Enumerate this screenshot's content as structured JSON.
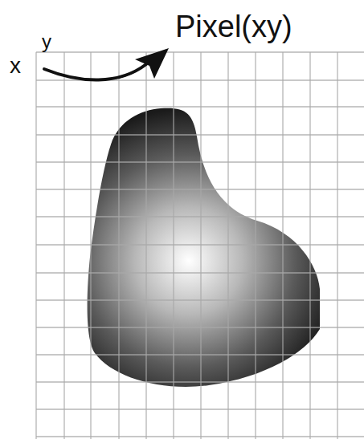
{
  "diagram": {
    "labels": [
      "Pixel(xy)",
      "y",
      "x"
    ]
  }
}
